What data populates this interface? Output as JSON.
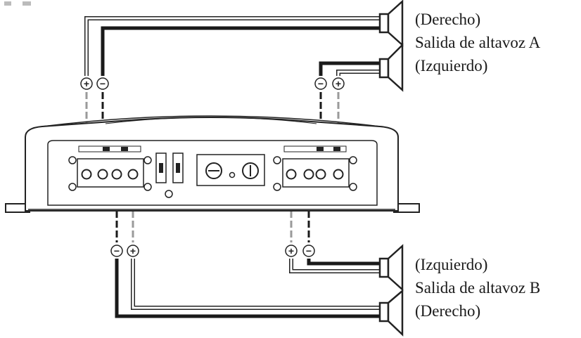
{
  "speaker_output_a": {
    "right_label": "(Derecho)",
    "title": "Salida de altavoz A",
    "left_label": "(Izquierdo)"
  },
  "speaker_output_b": {
    "left_label": "(Izquierdo)",
    "title": "Salida de altavoz B",
    "right_label": "(Derecho)"
  },
  "polarity": {
    "positive": "+",
    "negative": "−"
  },
  "colors": {
    "negative_wire": "#1a1a1a",
    "positive_wire": "#9a9a9a",
    "outline": "#222222"
  }
}
